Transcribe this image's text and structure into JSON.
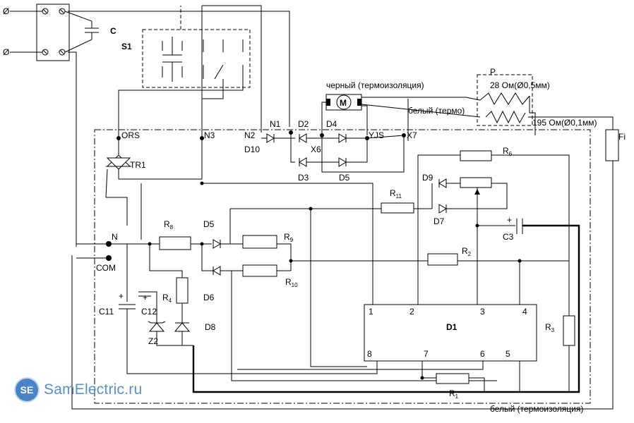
{
  "labels": {
    "c": "C",
    "s1": "S1",
    "p": "P",
    "black_wire": "черный (термоизоляция)",
    "r_28": "28 Ом(Ø0,5мм)",
    "white_thermo": "белый (термо)",
    "r_195": "195 Ом(Ø0,1мм)",
    "fi": "Fi",
    "m": "M",
    "ors": "ORS",
    "n3": "N3",
    "n2": "N2",
    "n1": "N1",
    "d2": "D2",
    "d4": "D4",
    "yjs": "YJS",
    "x7": "X7",
    "d10": "D10",
    "x6": "X6",
    "d3": "D3",
    "d5_top": "D5",
    "tr1": "TR1",
    "r6": "R",
    "r6_sub": "6",
    "d9": "D9",
    "r11": "R",
    "r11_sub": "11",
    "d7": "D7",
    "r8": "R",
    "r8_sub": "8",
    "d5": "D5",
    "r9": "R",
    "r9_sub": "9",
    "r10": "R",
    "r10_sub": "10",
    "r2": "R",
    "r2_sub": "2",
    "c3": "C3",
    "c3_plus": "+",
    "n": "N",
    "com": "COM",
    "c11": "C11",
    "c12": "C12",
    "c11_plus": "+",
    "c12_plus": "+",
    "r4": "R",
    "r4_sub": "4",
    "d6": "D6",
    "z2": "Z2",
    "d8": "D8",
    "d1": "D1",
    "r3": "R",
    "r3_sub": "3",
    "r1": "R",
    "r1_sub": "1",
    "pin1": "1",
    "pin2": "2",
    "pin3": "3",
    "pin4": "4",
    "pin5": "5",
    "pin6": "6",
    "pin7": "7",
    "pin8": "8",
    "white_insul": "белый (термоизоляция)",
    "phi1": "Ø",
    "phi2": "Ø"
  },
  "watermark": {
    "mark": "SE",
    "text": "SamElectric.ru"
  },
  "colors": {
    "line": "#000000",
    "logo_blue": "#4a84c4"
  }
}
